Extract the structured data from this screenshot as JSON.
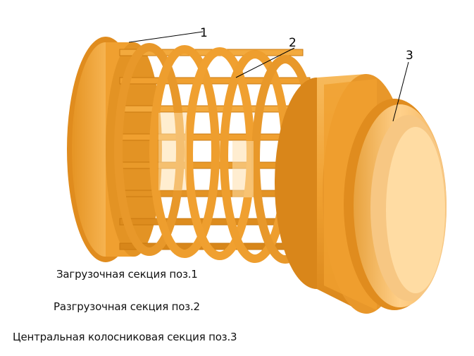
{
  "callouts": [
    {
      "label": "1"
    },
    {
      "label": "2"
    },
    {
      "label": "3"
    }
  ],
  "captions": [
    "Загрузочная секция поз.1",
    "Разгрузочная секция поз.2",
    "Центральная колосниковая секция поз.3"
  ],
  "colors": {
    "body": "#F0A030",
    "light": "#F8C06A",
    "mid": "#E08C1E",
    "dark": "#B86A10",
    "inner": "#FFD99A",
    "leader": "#000000"
  }
}
